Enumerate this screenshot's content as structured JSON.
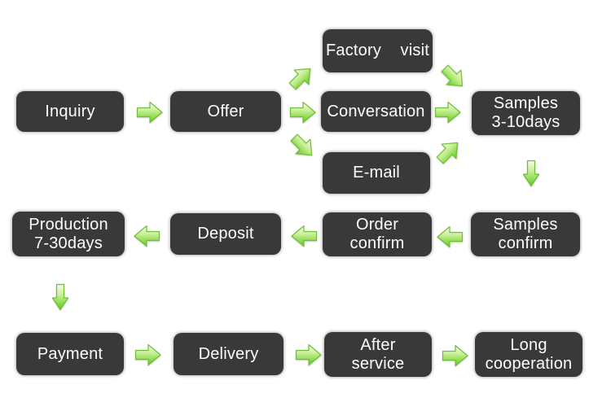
{
  "figure": {
    "type": "flowchart",
    "description": "Trade / order process flow diagram",
    "background": "#ffffff"
  },
  "colors": {
    "node_background": "#393939",
    "node_text": "#fdfdfd",
    "arrow_gradient_light": "#f4fce8",
    "arrow_gradient_mid": "#b9e87e",
    "arrow_gradient_dark": "#62c52a",
    "arrow_outline": "#6fbf35"
  },
  "nodes": [
    {
      "id": "inquiry",
      "label": "Inquiry"
    },
    {
      "id": "offer",
      "label": "Offer"
    },
    {
      "id": "factory-visit",
      "label": "Factory  visit"
    },
    {
      "id": "conversation",
      "label": "Conversation"
    },
    {
      "id": "email",
      "label": "E-mail"
    },
    {
      "id": "samples",
      "label": "Samples\n3-10days"
    },
    {
      "id": "production",
      "label": "Production\n7-30days"
    },
    {
      "id": "deposit",
      "label": "Deposit"
    },
    {
      "id": "order-confirm",
      "label": "Order\nconfirm"
    },
    {
      "id": "samples-confirm",
      "label": "Samples\nconfirm"
    },
    {
      "id": "payment",
      "label": "Payment"
    },
    {
      "id": "delivery",
      "label": "Delivery"
    },
    {
      "id": "after-service",
      "label": "After\nservice"
    },
    {
      "id": "long-cooperation",
      "label": "Long\ncooperation"
    }
  ],
  "edges": [
    {
      "from": "inquiry",
      "to": "offer",
      "direction": "right"
    },
    {
      "from": "offer",
      "to": "factory-visit",
      "direction": "up-right"
    },
    {
      "from": "offer",
      "to": "conversation",
      "direction": "right"
    },
    {
      "from": "offer",
      "to": "email",
      "direction": "down-right"
    },
    {
      "from": "factory-visit",
      "to": "samples",
      "direction": "down-right"
    },
    {
      "from": "conversation",
      "to": "samples",
      "direction": "right"
    },
    {
      "from": "email",
      "to": "samples",
      "direction": "up-right"
    },
    {
      "from": "samples",
      "to": "samples-confirm",
      "direction": "down"
    },
    {
      "from": "samples-confirm",
      "to": "order-confirm",
      "direction": "left"
    },
    {
      "from": "order-confirm",
      "to": "deposit",
      "direction": "left"
    },
    {
      "from": "deposit",
      "to": "production",
      "direction": "left"
    },
    {
      "from": "production",
      "to": "payment",
      "direction": "down"
    },
    {
      "from": "payment",
      "to": "delivery",
      "direction": "right"
    },
    {
      "from": "delivery",
      "to": "after-service",
      "direction": "right"
    },
    {
      "from": "after-service",
      "to": "long-cooperation",
      "direction": "right"
    }
  ]
}
